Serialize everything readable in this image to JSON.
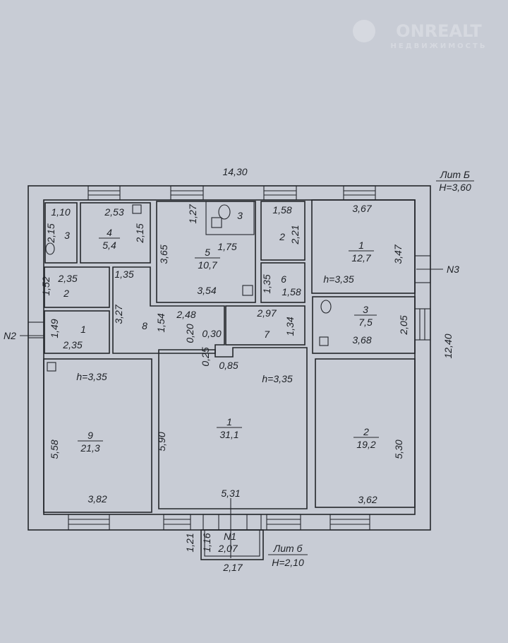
{
  "watermark": {
    "brand": "ONREALT",
    "tagline": "НЕДВИЖИМОСТЬ"
  },
  "building": {
    "width": "14,30",
    "length": "12,40",
    "lit": "Лит Б",
    "height": "H=3,60"
  },
  "entrances": {
    "n1": "N1",
    "n2": "N2",
    "n3": "N3"
  },
  "rooms": {
    "r3_left": {
      "num": "3",
      "w": "1,10",
      "h": "2,15"
    },
    "r4": {
      "num": "4",
      "area": "5,4",
      "w": "2,53",
      "h": "2,15"
    },
    "r5": {
      "num": "5",
      "area": "10,7",
      "h": "3,65",
      "w": "3,54",
      "inner_w": "1,75",
      "inner_h": "1,27"
    },
    "r3_wc": {
      "num": "3"
    },
    "r2_small": {
      "num": "2",
      "w": "1,58",
      "h": "2,21"
    },
    "r6": {
      "num": "6",
      "h": "1,35",
      "w": "1,58"
    },
    "r1_right": {
      "num": "1",
      "area": "12,7",
      "w": "3,67",
      "h": "3,47",
      "ceiling": "h=3,35"
    },
    "r3_right": {
      "num": "3",
      "area": "7,5",
      "w": "3,68",
      "h": "2,05"
    },
    "r2_left": {
      "num": "2",
      "w": "2,35",
      "h": "1,52"
    },
    "r1_left": {
      "num": "1",
      "w": "2,35",
      "h": "1,49"
    },
    "r8": {
      "num": "8",
      "w": "1,35",
      "h": "3,27",
      "h2": "1,54",
      "w2": "2,48",
      "d1": "0,20",
      "d2": "0,30",
      "d3": "0,25",
      "d4": "0,85"
    },
    "r7": {
      "num": "7",
      "w": "2,97",
      "h": "1,34"
    },
    "r9": {
      "num": "9",
      "area": "21,3",
      "h": "5,58",
      "w": "3,82",
      "ceiling": "h=3,35"
    },
    "r1_main": {
      "num": "1",
      "area": "31,1",
      "h": "5,90",
      "w": "5,31",
      "ceiling": "h=3,35"
    },
    "r2_right": {
      "num": "2",
      "area": "19,2",
      "h": "5,30",
      "w": "3,62"
    }
  },
  "porch": {
    "h1": "1,21",
    "h2": "1,16",
    "w_inner": "2,07",
    "w_outer": "2,17",
    "lit": "Лит б",
    "height": "H=2,10"
  }
}
